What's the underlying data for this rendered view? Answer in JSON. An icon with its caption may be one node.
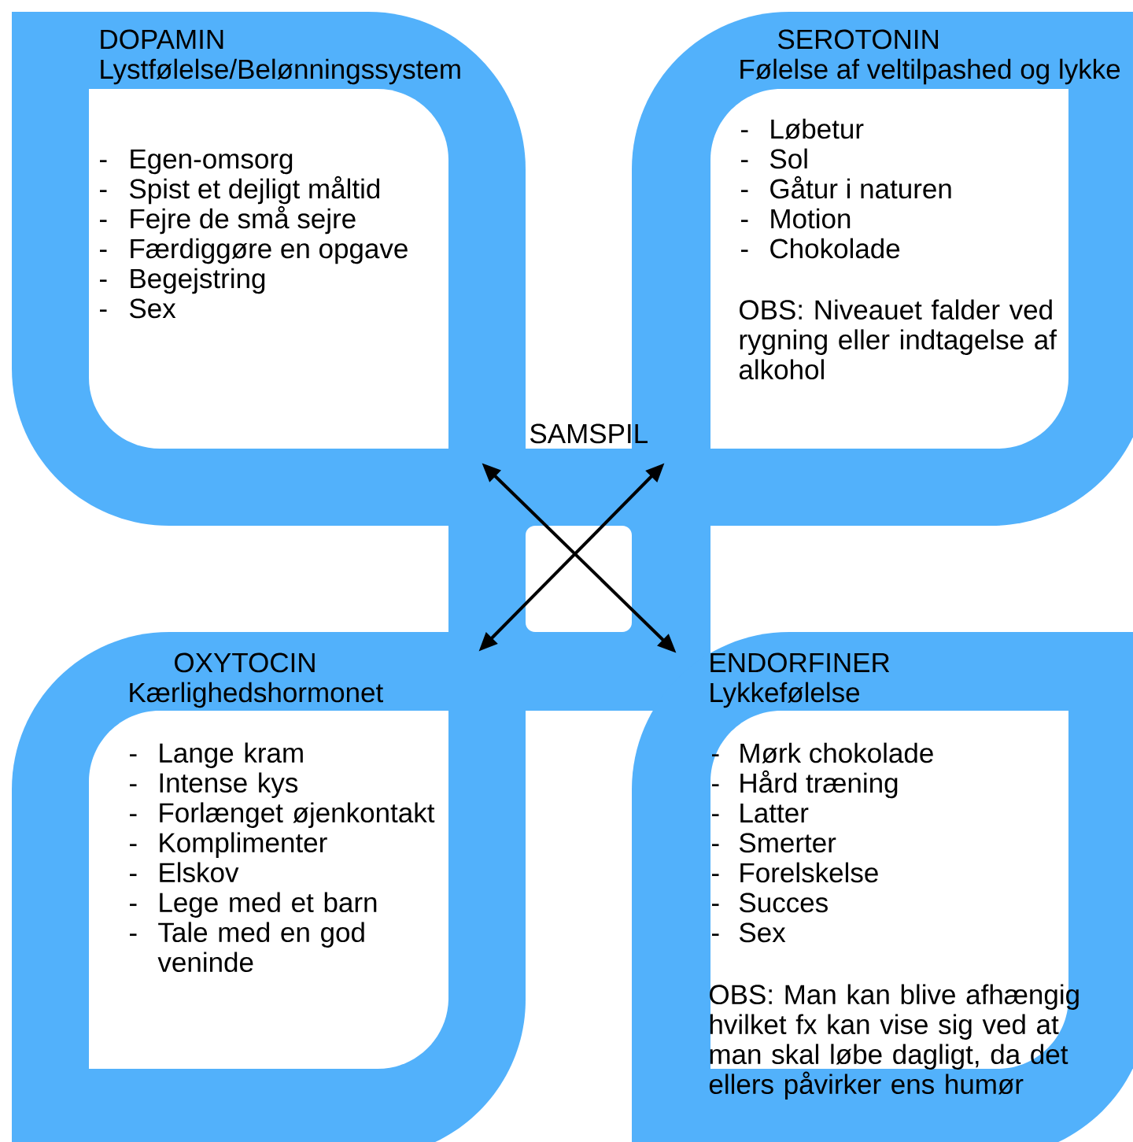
{
  "diagram": {
    "nodes": [
      {
        "text": [
          "DOPAMIN",
          "Lystfølelse/Belønningssystem",
          "-",
          "Egen-omsorg",
          "-",
          "Spist et dejligt måltid",
          "-",
          "Fejre de små sejre",
          "-",
          "Færdiggøre en opgave",
          "-",
          "Begejstring",
          "-",
          "Sex"
        ]
      },
      {
        "text": [
          "SEROTONIN",
          "Følelse af veltilpashed og lykke",
          "-",
          "Løbetur",
          "-",
          "Sol",
          "-",
          "Gåtur i naturen",
          "-",
          "Motion",
          "-",
          "Chokolade",
          "OBS: Niveauet falder ved rygning eller indtagelse af alkohol"
        ]
      },
      {
        "text": [
          "OXYTOCIN",
          "Kærlighedshormonet",
          "-",
          "Lange kram",
          "-",
          "Intense kys",
          "-",
          "Forlænget øjenkontakt",
          "-",
          "Komplimenter",
          "-",
          "Elskov",
          "-",
          "Lege med et barn",
          "-",
          "Tale med en god veninde"
        ]
      },
      {
        "text": [
          "ENDORFINER",
          "Lykkefølelse",
          "-",
          "Mørk chokolade",
          "-",
          "Hård træning",
          "-",
          "Latter",
          "-",
          "Smerter",
          "-",
          "Forelskelse",
          "-",
          "Succes",
          "-",
          "Sex",
          "OBS: Man kan blive afhængig hvilket fx kan vise sig ved at man skal løbe dagligt, da det ellers påvirker ens humør"
        ]
      }
    ],
    "edges": [
      {
        "from": 0,
        "to": 3,
        "arrow": "both"
      },
      {
        "from": 1,
        "to": 2,
        "arrow": "both"
      }
    ],
    "labels": [
      "SAMSPIL"
    ]
  }
}
